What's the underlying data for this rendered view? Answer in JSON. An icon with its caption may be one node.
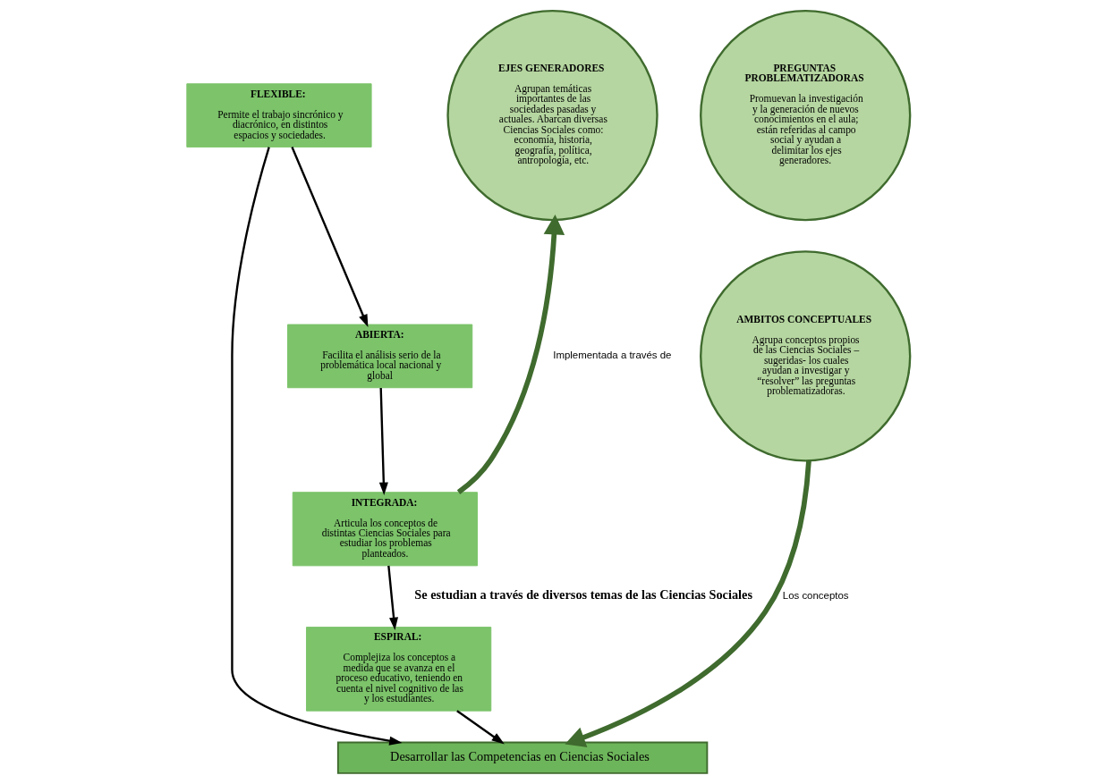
{
  "diagram": {
    "nodes": [
      {
        "text": [
          "FLEXIBLE:",
          "Permite el trabajo sincrónico y diacrónico, en distintos espacios y sociedades."
        ]
      },
      {
        "text": [
          "ABIERTA:",
          "Facilita el análisis serio de la problemática local nacional y global"
        ]
      },
      {
        "text": [
          "INTEGRADA:",
          "Articula los conceptos de distintas Ciencias Sociales para estudiar los problemas planteados."
        ]
      },
      {
        "text": [
          "ESPIRAL:",
          "Complejiza los conceptos a medida que se avanza en el proceso educativo, teniendo en cuenta el nivel cognitivo de las y los estudiantes."
        ]
      },
      {
        "text": [
          "EJES GENERADORES",
          "Agrupan temáticas importantes de las sociedades pasadas y actuales. Abarcan diversas Ciencias Sociales como: economía, historia, geografía, política, antropología, etc."
        ]
      },
      {
        "text": [
          "PREGUNTAS PROBLEMATIZADORAS",
          "Promuevan la investigación y la generación de nuevos conocimientos en el aula; están referidas al campo social y ayudan a delimitar los ejes generadores."
        ]
      },
      {
        "text": [
          "AMBITOS CONCEPTUALES",
          "Agrupa conceptos propios de las Ciencias Sociales – sugeridas- los cuales ayudan a investigar y “resolver” las preguntas problematizadoras."
        ]
      },
      {
        "text": [
          "Desarrollar las Competencias en Ciencias Sociales"
        ]
      }
    ],
    "edges": [
      {
        "from": 0,
        "to": 1,
        "arrow": "to"
      },
      {
        "from": 1,
        "to": 2,
        "arrow": "to"
      },
      {
        "from": 2,
        "to": 3,
        "arrow": "to"
      },
      {
        "from": 2,
        "to": 4,
        "arrow": "to",
        "label": "Implementada a través de",
        "style": "thick",
        "color": "#3f6b2e"
      },
      {
        "from": 6,
        "to": 7,
        "arrow": "to",
        "label": "Los conceptos",
        "style": "thick",
        "color": "#3f6b2e"
      },
      {
        "from": 3,
        "to": 7,
        "arrow": "to"
      },
      {
        "from": 0,
        "to": 7,
        "arrow": "to"
      }
    ],
    "labels": [
      "Se estudian a través de diversos temas de las Ciencias Sociales"
    ]
  }
}
